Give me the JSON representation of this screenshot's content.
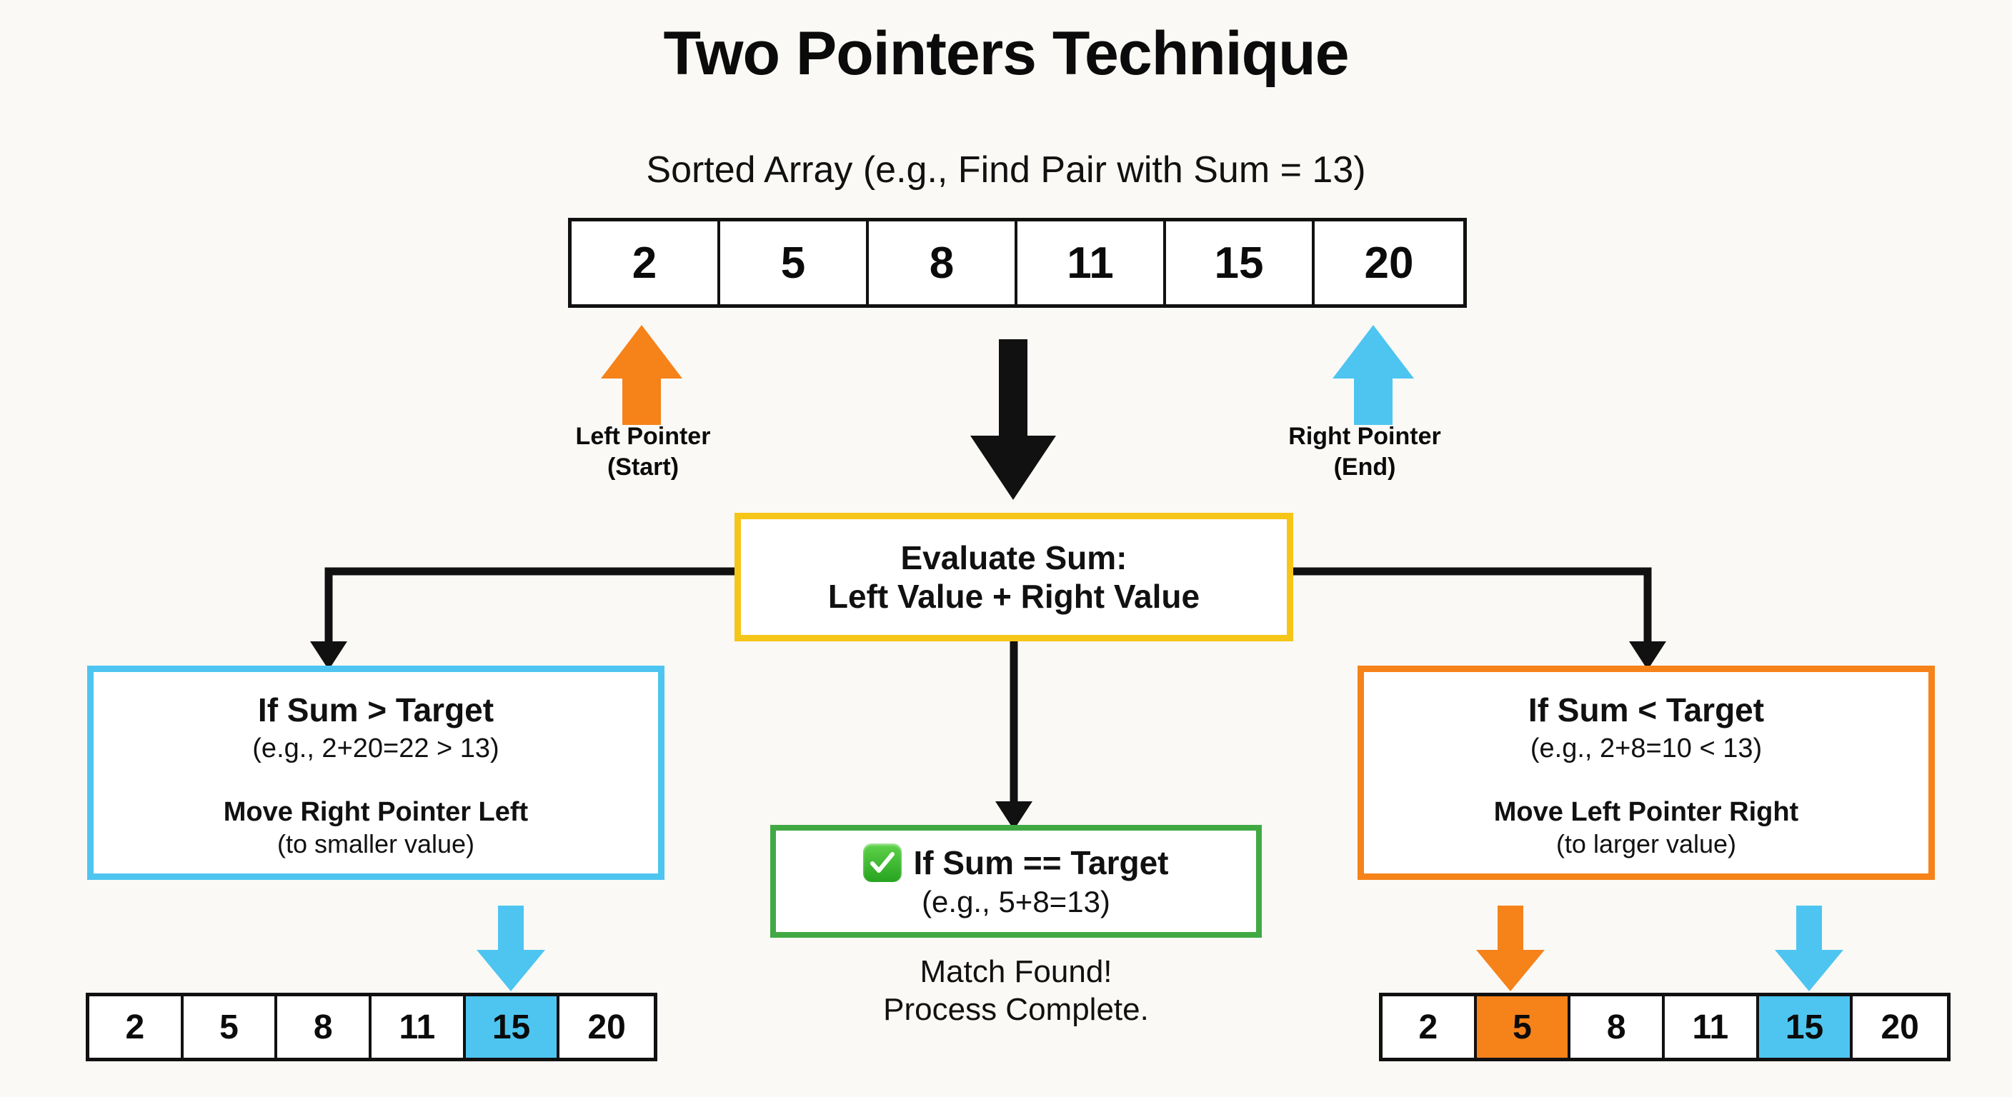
{
  "page": {
    "title": "Two Pointers Technique",
    "subtitle": "Sorted Array (e.g., Find Pair with Sum = 13)"
  },
  "colors": {
    "background": "#faf9f5",
    "orange": "#f6821a",
    "blue": "#4ec5f1",
    "yellow": "#f5c518",
    "green": "#41a944",
    "black": "#111111"
  },
  "arrays": {
    "main": {
      "values": [
        "2",
        "5",
        "8",
        "11",
        "15",
        "20"
      ],
      "highlights": [
        "none",
        "none",
        "none",
        "none",
        "none",
        "none"
      ]
    },
    "after_move_right": {
      "values": [
        "2",
        "5",
        "8",
        "11",
        "15",
        "20"
      ],
      "highlights": [
        "none",
        "none",
        "none",
        "none",
        "blue",
        "none"
      ]
    },
    "after_move_left": {
      "values": [
        "2",
        "5",
        "8",
        "11",
        "15",
        "20"
      ],
      "highlights": [
        "none",
        "orange",
        "none",
        "none",
        "blue",
        "none"
      ]
    }
  },
  "pointers": {
    "left": {
      "line1": "Left Pointer",
      "line2": "(Start)"
    },
    "right": {
      "line1": "Right Pointer",
      "line2": "(End)"
    }
  },
  "evaluate": {
    "line1": "Evaluate Sum:",
    "line2": "Left Value + Right Value"
  },
  "branches": {
    "greater": {
      "head": "If Sum > Target",
      "sub": "(e.g., 2+20=22 > 13)",
      "move": "Move Right Pointer Left",
      "move_sub": "(to smaller value)"
    },
    "equal": {
      "head": "If Sum == Target",
      "sub": "(e.g., 5+8=13)",
      "result_line1": "Match Found!",
      "result_line2": "Process Complete."
    },
    "less": {
      "head": "If Sum < Target",
      "sub": "(e.g., 2+8=10 < 13)",
      "move": "Move Left Pointer Right",
      "move_sub": "(to larger value)"
    }
  }
}
